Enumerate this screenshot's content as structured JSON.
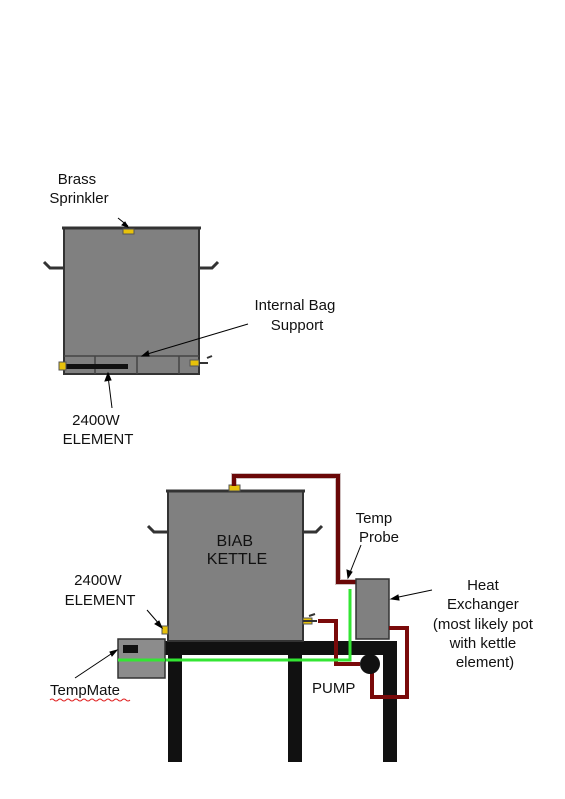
{
  "labels": {
    "brass_sprinkler": [
      "Brass",
      "Sprinkler"
    ],
    "internal_bag_support": [
      "Internal Bag",
      "Support"
    ],
    "element_top": [
      "2400W",
      "ELEMENT"
    ],
    "kettle": [
      "BIAB",
      "KETTLE"
    ],
    "temp_probe": [
      "Temp",
      "Probe"
    ],
    "element_bottom": [
      "2400W",
      "ELEMENT"
    ],
    "heat_exchanger": [
      "Heat",
      "Exchanger",
      "(most likely pot",
      "with kettle",
      "element)"
    ],
    "pump": "PUMP",
    "tempmate": "TempMate"
  },
  "colors": {
    "kettle": "#808080",
    "outline": "#333333",
    "hose": "#7a0a0a",
    "probe_wire": "#33e633",
    "stand": "#111111",
    "brass": "#e8c20a",
    "tempmate_box": "#8c8c8c"
  }
}
